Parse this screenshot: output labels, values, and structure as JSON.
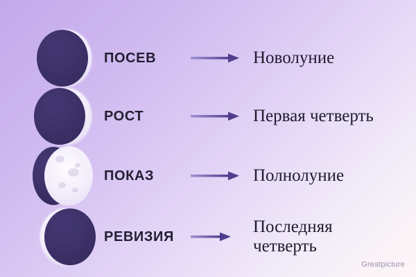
{
  "background": {
    "gradient_from": "#c3a9ea",
    "gradient_to": "#fdf6f8"
  },
  "colors": {
    "moon_dark": "#3b3066",
    "moon_light": "#f3eefb",
    "label_text": "#231f33",
    "term_text": "#1e1b2e",
    "arrow": "#5b4a9b",
    "watermark": "#9a90a8"
  },
  "rows": [
    {
      "moon_icon": "new-moon-icon",
      "moon_phase": "new",
      "label": "ПОСЕВ",
      "arrow_icon": "arrow-right-icon",
      "term": "Новолуние"
    },
    {
      "moon_icon": "waxing-crescent-moon-icon",
      "moon_phase": "waxing",
      "label": "РОСТ",
      "arrow_icon": "arrow-right-icon",
      "term": "Первая четверть"
    },
    {
      "moon_icon": "full-moon-icon",
      "moon_phase": "full",
      "label": "ПОКАЗ",
      "arrow_icon": "arrow-right-icon",
      "term": "Полнолуние"
    },
    {
      "moon_icon": "last-quarter-moon-icon",
      "moon_phase": "last",
      "label": "РЕВИЗИЯ",
      "arrow_icon": "arrow-right-icon",
      "term": "Последняя\nчетверть"
    }
  ],
  "watermark": "Greatpicture"
}
